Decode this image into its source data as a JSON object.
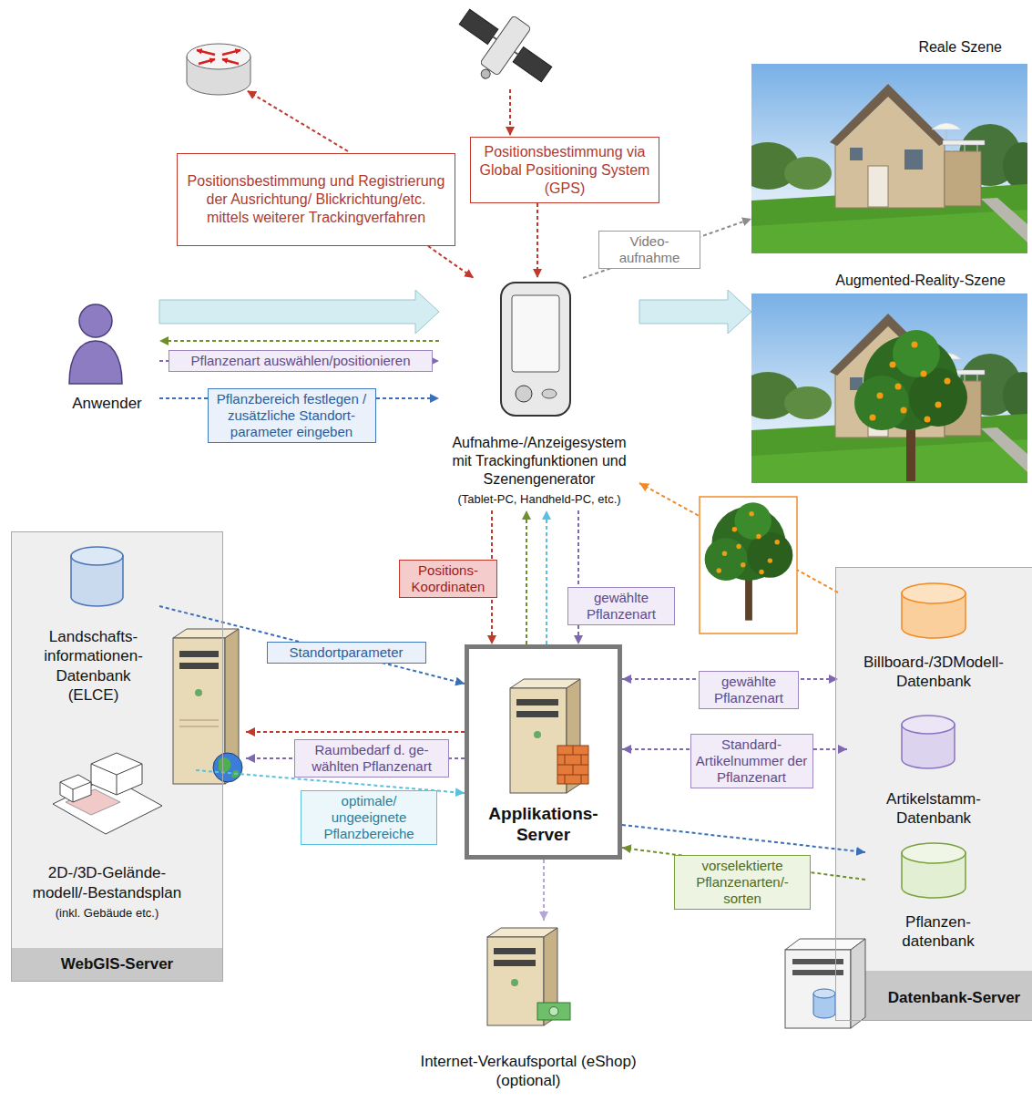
{
  "diagram": {
    "nodes": [
      {
        "text": [
          "Positionsbestimmung und Registrierung der Ausrichtung/ Blickrichtung/etc. mittels weiterer Trackingverfahren"
        ]
      },
      {
        "text": [
          "Positionsbestimmung via Global Positioning System (GPS)"
        ]
      },
      {
        "text": [
          "Reale Szene"
        ]
      },
      {
        "text": [
          "Augmented-Reality-Szene"
        ]
      },
      {
        "text": [
          "Anwender"
        ]
      },
      {
        "text": [
          "Aufnahme-/Anzeigesystem mit Trackingfunktionen und Szenengenerator",
          "(Tablet-PC, Handheld-PC, etc.)"
        ]
      },
      {
        "text": [
          "WebGIS-Server"
        ]
      },
      {
        "text": [
          "Landschafts- informationen- Datenbank (ELCE)"
        ],
        "in": 6
      },
      {
        "text": [
          "2D-/3D-Gelände- modell/-Bestandsplan",
          "(inkl. Gebäude etc.)"
        ],
        "in": 6
      },
      {
        "text": [
          "Applikations- Server"
        ]
      },
      {
        "text": [
          "Datenbank-Server"
        ]
      },
      {
        "text": [
          "Billboard-/3DModell- Datenbank"
        ],
        "in": 10
      },
      {
        "text": [
          "Artikelstamm- Datenbank"
        ],
        "in": 10
      },
      {
        "text": [
          "Pflanzen- datenbank"
        ],
        "in": 10
      },
      {
        "text": [
          "Internet-Verkaufsportal (eShop)",
          "(optional)"
        ]
      }
    ],
    "edges": [
      {
        "from": 0,
        "to": 5,
        "arrow": "to"
      },
      {
        "from": 1,
        "to": 5,
        "arrow": "to"
      },
      {
        "from": 5,
        "to": 2,
        "arrow": "to",
        "label": "Video- aufnahme"
      },
      {
        "from": 4,
        "to": 5,
        "arrow": "to"
      },
      {
        "from": 5,
        "to": 3,
        "arrow": "to"
      },
      {
        "from": 5,
        "to": 4,
        "arrow": "to"
      },
      {
        "from": 4,
        "to": 5,
        "arrow": "to",
        "label": "Pflanzenart auswählen/positionieren"
      },
      {
        "from": 4,
        "to": 5,
        "arrow": "to",
        "label": "Pflanzbereich festlegen / zusätzliche Standort- parameter eingeben"
      },
      {
        "from": 5,
        "to": 9,
        "arrow": "to",
        "label": "Positions- Koordinaten"
      },
      {
        "from": 9,
        "to": 5,
        "arrow": "to"
      },
      {
        "from": 9,
        "to": 5,
        "arrow": "to"
      },
      {
        "from": 5,
        "to": 9,
        "arrow": "to",
        "label": "gewählte Pflanzenart"
      },
      {
        "from": 7,
        "to": 9,
        "arrow": "to",
        "label": "Standortparameter"
      },
      {
        "from": 9,
        "to": 6,
        "arrow": "to"
      },
      {
        "from": 9,
        "to": 6,
        "arrow": "to",
        "label": "Raumbedarf d. ge- wählten Pflanzenart"
      },
      {
        "from": 8,
        "to": 9,
        "arrow": "to",
        "label": "optimale/ ungeeignete Pflanzbereiche"
      },
      {
        "from": 9,
        "to": 11,
        "arrow": "both",
        "label": "gewählte Pflanzenart"
      },
      {
        "from": 9,
        "to": 12,
        "arrow": "both",
        "label": "Standard- Artikelnummer der Pflanzenart"
      },
      {
        "from": 9,
        "to": 13,
        "arrow": "to"
      },
      {
        "from": 13,
        "to": 9,
        "arrow": "to",
        "label": "vorselektierte Pflanzenarten/- sorten"
      },
      {
        "from": 11,
        "to": 5,
        "arrow": "to"
      },
      {
        "from": 9,
        "to": 14,
        "arrow": "to"
      }
    ]
  }
}
